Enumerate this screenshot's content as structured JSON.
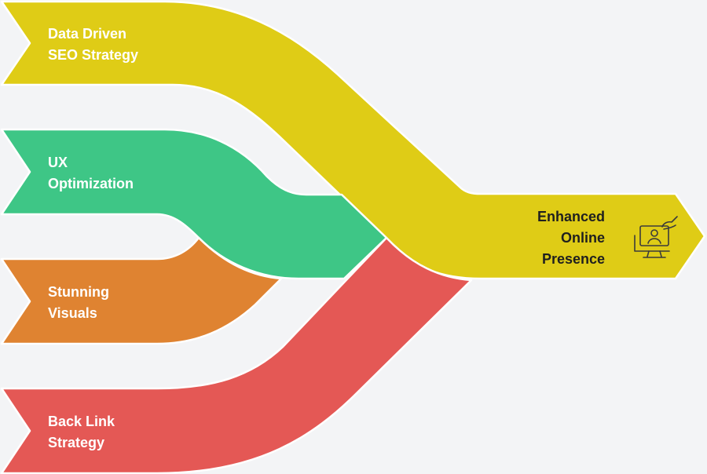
{
  "colors": {
    "yellow": "#dfcc16",
    "green": "#3ec686",
    "orange": "#df8331",
    "red": "#e45855",
    "background": "#f3f4f6"
  },
  "inputs": [
    {
      "lines": [
        "Data Driven",
        "SEO Strategy"
      ]
    },
    {
      "lines": [
        "UX",
        "Optimization"
      ]
    },
    {
      "lines": [
        "Stunning",
        "Visuals"
      ]
    },
    {
      "lines": [
        "Back Link",
        "Strategy"
      ]
    }
  ],
  "output": {
    "lines": [
      "Enhanced",
      "Online",
      "Presence"
    ],
    "icon": "monitor-user-touch-icon"
  }
}
